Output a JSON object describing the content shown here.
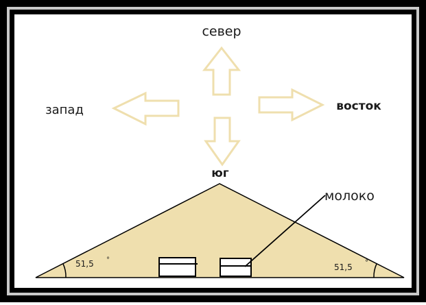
{
  "compass": {
    "north": "север",
    "west": "запад",
    "east": "восток",
    "south": "юг"
  },
  "labels": {
    "milk": "молоко",
    "angle_left": "51,5",
    "angle_right": "51,5"
  },
  "colors": {
    "frame_outer": "#000000",
    "frame_glow": "#c8c8c8",
    "arrow_fill": "#ffffff",
    "arrow_stroke": "#efdfae",
    "pyramid_fill": "#efdfae",
    "text": "#1a1a1a"
  }
}
